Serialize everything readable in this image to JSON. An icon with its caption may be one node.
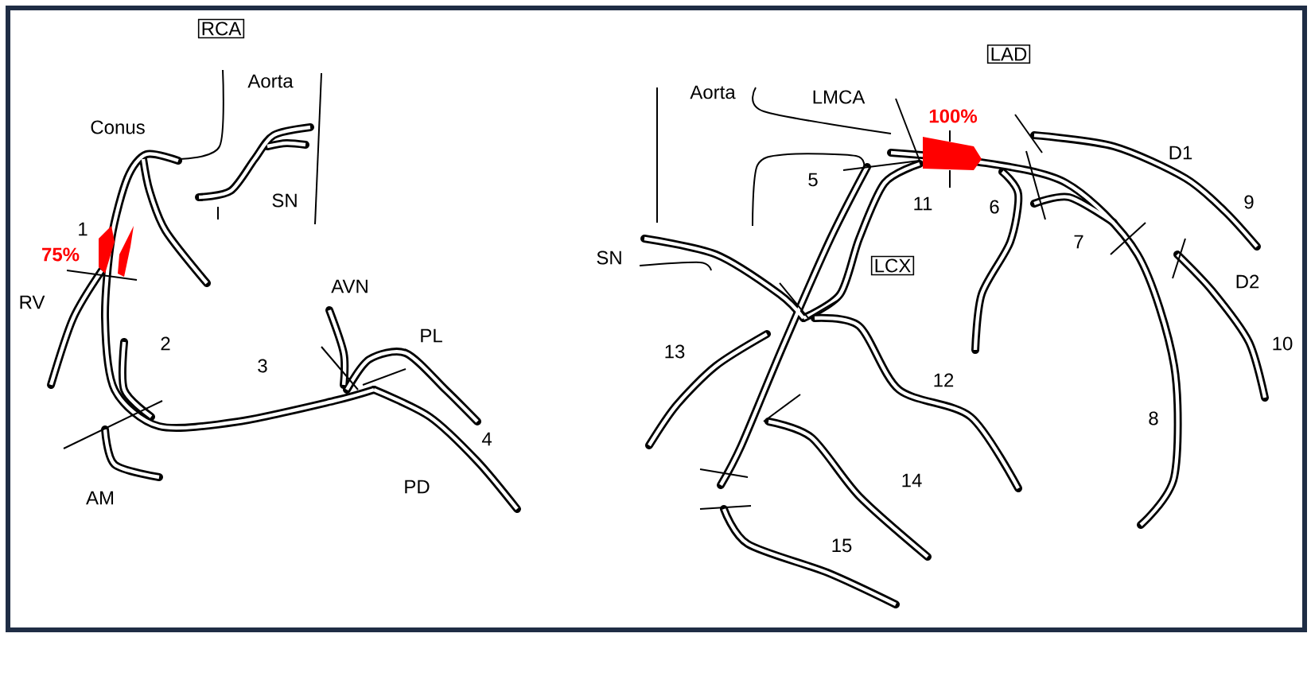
{
  "diagram": {
    "nodes": [
      {
        "text": [
          "RCA"
        ]
      },
      {
        "text": [
          "LAD"
        ]
      },
      {
        "text": [
          "LCX"
        ]
      }
    ],
    "labels": [
      "Aorta",
      "Conus",
      "SN",
      "1",
      "75%",
      "RV",
      "2",
      "3",
      "AVN",
      "PL",
      "4",
      "PD",
      "AM",
      "Aorta",
      "LMCA",
      "100%",
      "5",
      "11",
      "6",
      "7",
      "D1",
      "9",
      "D2",
      "10",
      "8",
      "SN",
      "13",
      "12",
      "14",
      "15"
    ]
  }
}
